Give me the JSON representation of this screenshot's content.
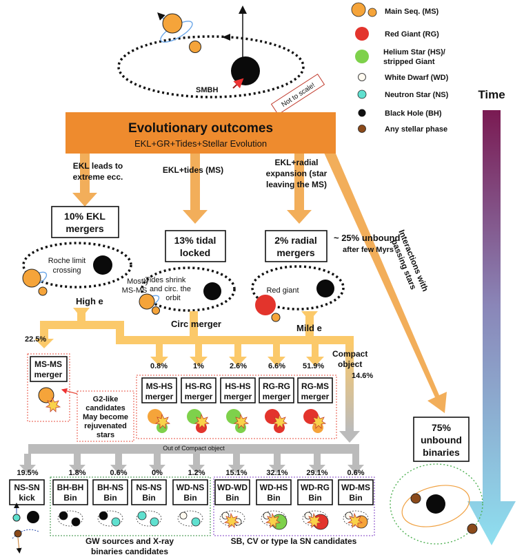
{
  "legend": [
    {
      "label": "Main Seq. (MS)",
      "color": "#f5a43a"
    },
    {
      "label": "Red Giant (RG)",
      "color": "#e3342c"
    },
    {
      "label": "Helium Star (HS)/",
      "label2": "stripped Giant",
      "color": "#7ed14b"
    },
    {
      "label": "White Dwarf (WD)",
      "color": "#fffaf0"
    },
    {
      "label": "Neutron Star (NS)",
      "color": "#5fe0cf"
    },
    {
      "label": "Black Hole (BH)",
      "color": "#111111"
    },
    {
      "label": "Any stellar phase",
      "color": "#8b4a1a"
    }
  ],
  "time_label": "Time",
  "smbh_label": "SMBH",
  "not_to_scale": "Not to scale!",
  "outcome": {
    "title": "Evolutionary outcomes",
    "subtitle": "EKL+GR+Tides+Stellar Evolution"
  },
  "branches": {
    "ekl_label": [
      "EKL leads to",
      "extreme ecc."
    ],
    "tides_label": "EKL+tides (MS)",
    "radial_label": [
      "EKL+radial",
      "expansion (star",
      "leaving the MS)"
    ],
    "unbound_label": "~ 25% unbound",
    "unbound_sub": "after few Myrs",
    "interactions": [
      "Interactions with",
      "passing stars"
    ]
  },
  "boxes": {
    "ekl": [
      "10% EKL",
      "mergers"
    ],
    "tidal": [
      "13% tidal",
      "locked"
    ],
    "radial": [
      "2% radial",
      "mergers"
    ],
    "unbound": [
      "75%",
      "unbound",
      "binaries"
    ]
  },
  "orbit_notes": {
    "roche": [
      "Roche limit",
      "crossing"
    ],
    "mostly": [
      "Mostly",
      "MS-MS"
    ],
    "tides": [
      "Tides shrink",
      "and circ. the",
      "orbit"
    ],
    "red_giant": "Red giant"
  },
  "flow_labels": {
    "high_e": "High e",
    "circ": "Circ merger",
    "mild": "Mild e",
    "compact": [
      "Compact",
      "object"
    ],
    "compact_pct": "14.6%",
    "out_compact": "Out of Compact object"
  },
  "merger_pcts": [
    "22.5%",
    "0.8%",
    "1%",
    "2.6%",
    "6.6%",
    "51.9%"
  ],
  "mergers": [
    [
      "MS-MS",
      "merger"
    ],
    [
      "MS-HS",
      "merger"
    ],
    [
      "HS-RG",
      "merger"
    ],
    [
      "HS-HS",
      "merger"
    ],
    [
      "RG-RG",
      "merger"
    ],
    [
      "RG-MS",
      "merger"
    ]
  ],
  "g2_note": [
    "G2-like",
    "candidates",
    "May become",
    "rejuvenated",
    "stars"
  ],
  "compact_pcts": [
    "19.5%",
    "1.8%",
    "0.6%",
    "0%",
    "1.2%",
    "15.1%",
    "32.1%",
    "29.1%",
    "0.6%"
  ],
  "compact_boxes": [
    [
      "NS-SN",
      "kick"
    ],
    [
      "BH-BH",
      "Bin"
    ],
    [
      "BH-NS",
      "Bin"
    ],
    [
      "NS-NS",
      "Bin"
    ],
    [
      "WD-NS",
      "Bin"
    ],
    [
      "WD-WD",
      "Bin"
    ],
    [
      "WD-HS",
      "Bin"
    ],
    [
      "WD-RG",
      "Bin"
    ],
    [
      "WD-MS",
      "Bin"
    ]
  ],
  "gw_note": [
    "GW sources and X-ray",
    "binaries candidates"
  ],
  "sb_note": "SB, CV or type Ia SN candidates"
}
